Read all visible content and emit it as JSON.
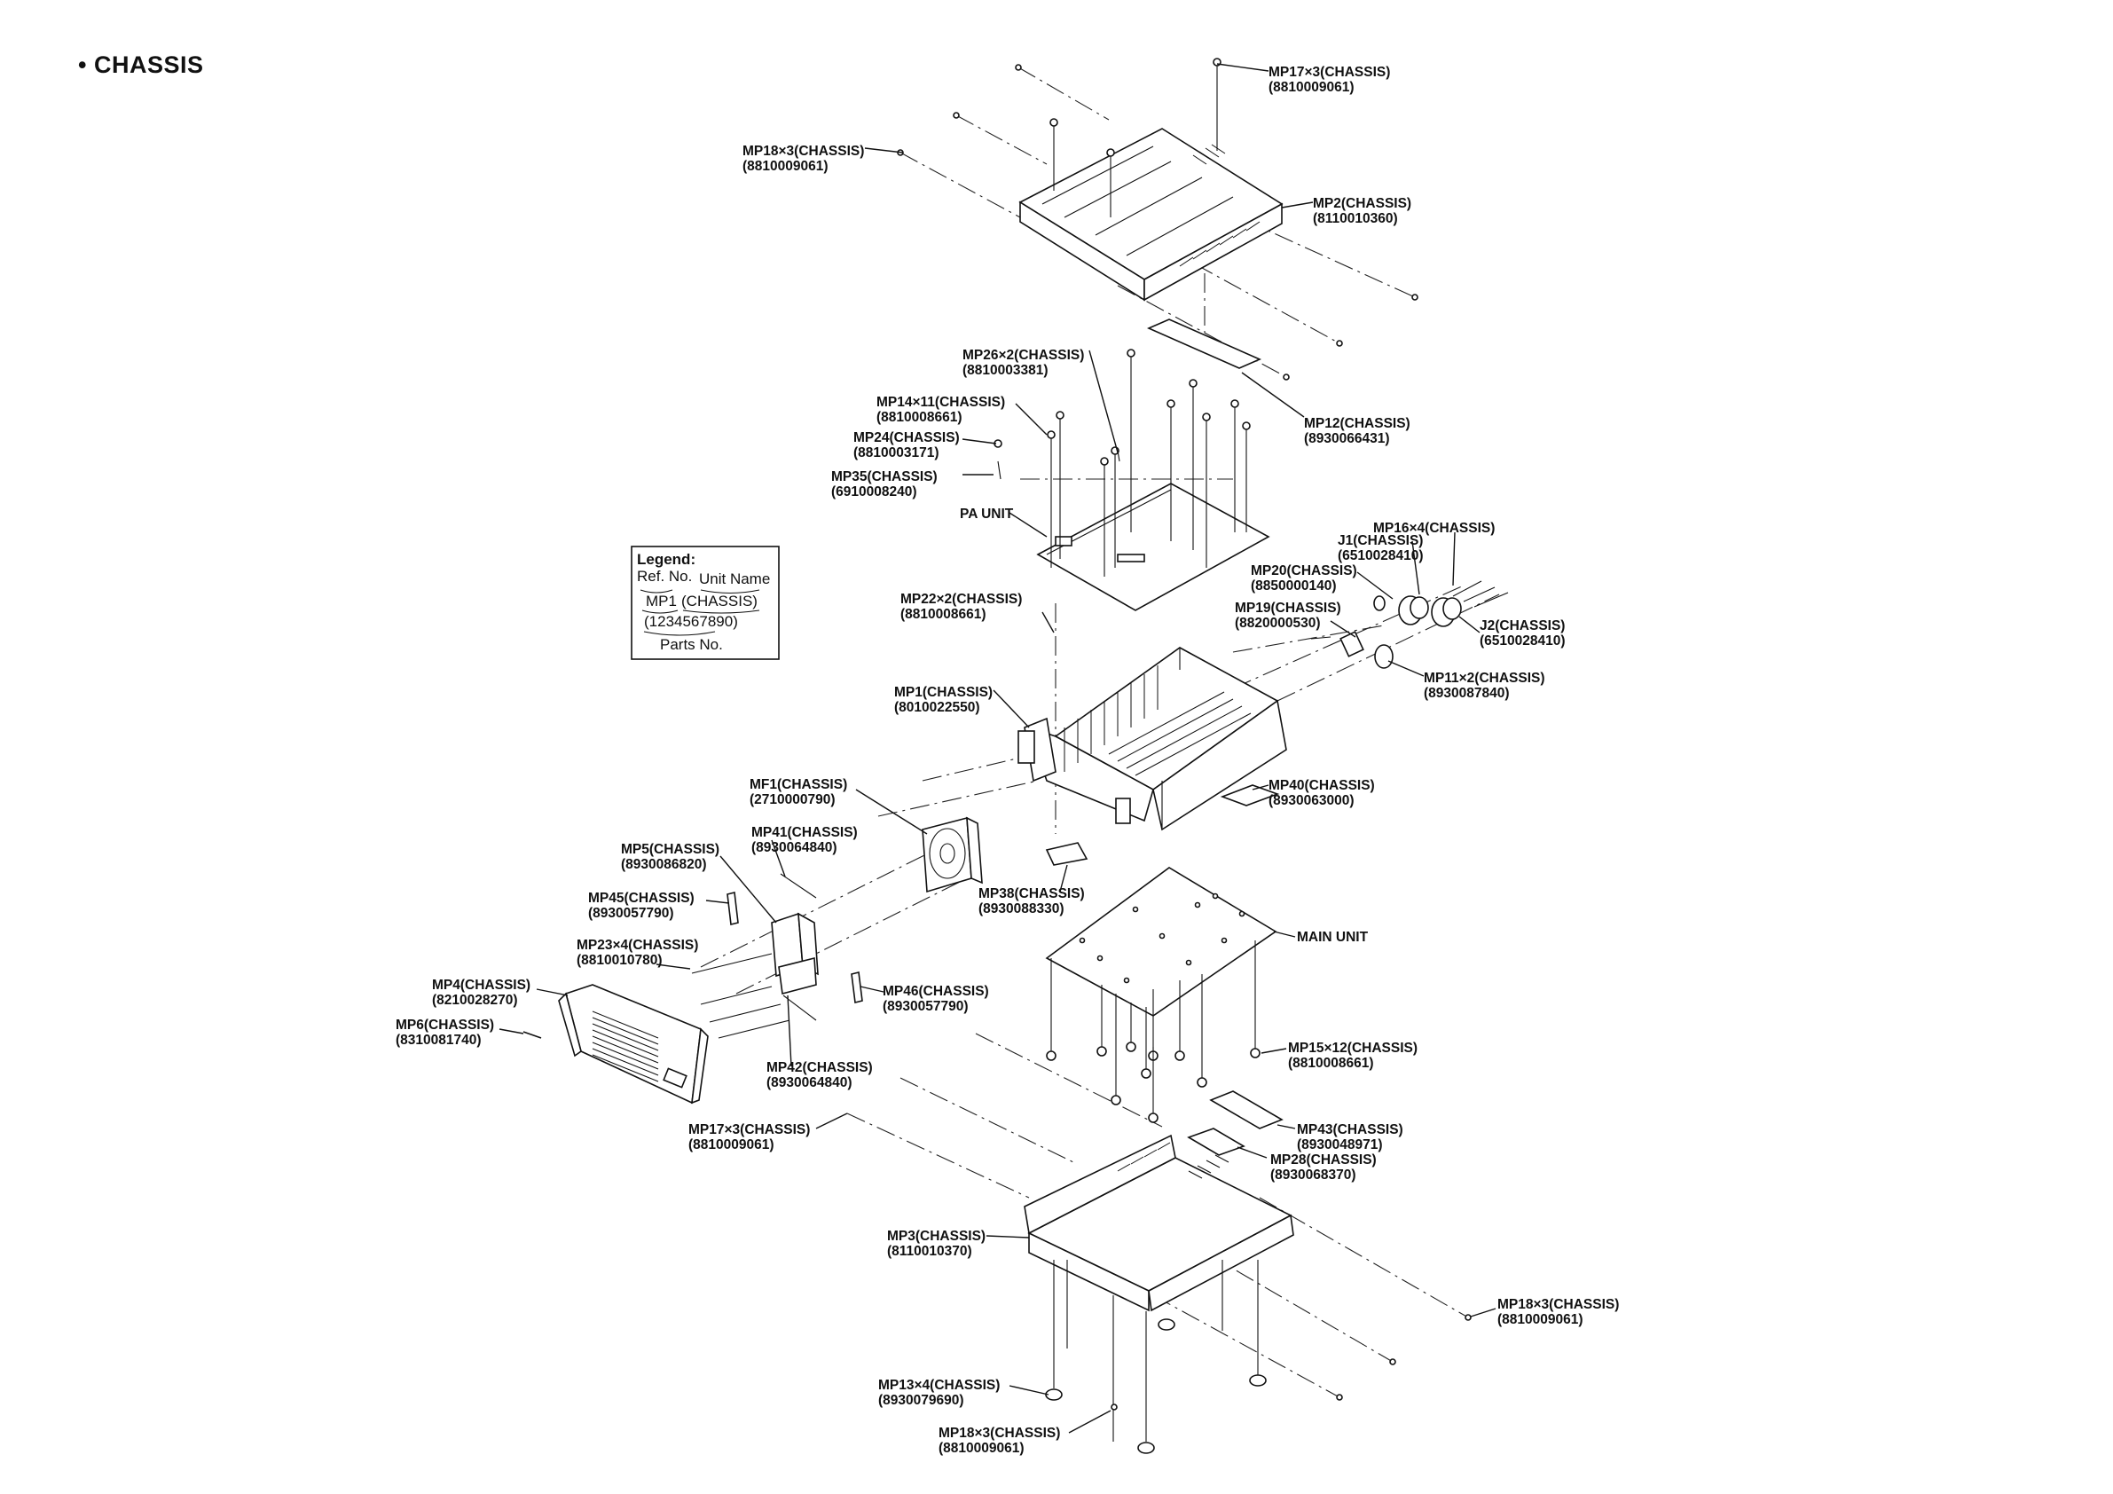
{
  "page": {
    "title": "• CHASSIS"
  },
  "legend": {
    "title": "Legend:",
    "ref_no": "Ref. No.",
    "unit_name": "Unit Name",
    "example_ref": "MP1",
    "example_unit": "(CHASSIS)",
    "example_parts": "(1234567890)",
    "parts_no": "Parts No."
  },
  "callouts": [
    {
      "id": "mp17-top",
      "name": "MP17×3(CHASSIS)",
      "part": "(8810009061)"
    },
    {
      "id": "mp18-top",
      "name": "MP18×3(CHASSIS)",
      "part": "(8810009061)"
    },
    {
      "id": "mp2",
      "name": "MP2(CHASSIS)",
      "part": "(8110010360)"
    },
    {
      "id": "mp26",
      "name": "MP26×2(CHASSIS)",
      "part": "(8810003381)"
    },
    {
      "id": "mp12",
      "name": "MP12(CHASSIS)",
      "part": "(8930066431)"
    },
    {
      "id": "mp14",
      "name": "MP14×11(CHASSIS)",
      "part": "(8810008661)"
    },
    {
      "id": "mp24",
      "name": "MP24(CHASSIS)",
      "part": "(8810003171)"
    },
    {
      "id": "mp35",
      "name": "MP35(CHASSIS)",
      "part": "(6910008240)"
    },
    {
      "id": "pa-unit",
      "name": "PA UNIT",
      "part": ""
    },
    {
      "id": "mp16",
      "name": "MP16×4(CHASSIS)",
      "part": ""
    },
    {
      "id": "j1",
      "name": "J1(CHASSIS)",
      "part": "(6510028410)"
    },
    {
      "id": "mp20",
      "name": "MP20(CHASSIS)",
      "part": "(8850000140)"
    },
    {
      "id": "mp19",
      "name": "MP19(CHASSIS)",
      "part": "(8820000530)"
    },
    {
      "id": "j2",
      "name": "J2(CHASSIS)",
      "part": "(6510028410)"
    },
    {
      "id": "mp11",
      "name": "MP11×2(CHASSIS)",
      "part": "(8930087840)"
    },
    {
      "id": "mp22",
      "name": "MP22×2(CHASSIS)",
      "part": "(8810008661)"
    },
    {
      "id": "mp1",
      "name": "MP1(CHASSIS)",
      "part": "(8010022550)"
    },
    {
      "id": "mp40",
      "name": "MP40(CHASSIS)",
      "part": "(8930063000)"
    },
    {
      "id": "mf1",
      "name": "MF1(CHASSIS)",
      "part": "(2710000790)"
    },
    {
      "id": "mp41",
      "name": "MP41(CHASSIS)",
      "part": "(8930064840)"
    },
    {
      "id": "mp5",
      "name": "MP5(CHASSIS)",
      "part": "(8930086820)"
    },
    {
      "id": "mp38",
      "name": "MP38(CHASSIS)",
      "part": "(8930088330)"
    },
    {
      "id": "mp45",
      "name": "MP45(CHASSIS)",
      "part": "(8930057790)"
    },
    {
      "id": "main-unit",
      "name": "MAIN UNIT",
      "part": ""
    },
    {
      "id": "mp23",
      "name": "MP23×4(CHASSIS)",
      "part": "(8810010780)"
    },
    {
      "id": "mp4",
      "name": "MP4(CHASSIS)",
      "part": "(8210028270)"
    },
    {
      "id": "mp46",
      "name": "MP46(CHASSIS)",
      "part": "(8930057790)"
    },
    {
      "id": "mp6",
      "name": "MP6(CHASSIS)",
      "part": "(8310081740)"
    },
    {
      "id": "mp15",
      "name": "MP15×12(CHASSIS)",
      "part": "(8810008661)"
    },
    {
      "id": "mp42",
      "name": "MP42(CHASSIS)",
      "part": "(8930064840)"
    },
    {
      "id": "mp17-bottom",
      "name": "MP17×3(CHASSIS)",
      "part": "(8810009061)"
    },
    {
      "id": "mp43",
      "name": "MP43(CHASSIS)",
      "part": "(8930048971)"
    },
    {
      "id": "mp28",
      "name": "MP28(CHASSIS)",
      "part": "(8930068370)"
    },
    {
      "id": "mp3",
      "name": "MP3(CHASSIS)",
      "part": "(8110010370)"
    },
    {
      "id": "mp18-right",
      "name": "MP18×3(CHASSIS)",
      "part": "(8810009061)"
    },
    {
      "id": "mp13",
      "name": "MP13×4(CHASSIS)",
      "part": "(8930079690)"
    },
    {
      "id": "mp18-bottom",
      "name": "MP18×3(CHASSIS)",
      "part": "(8810009061)"
    }
  ]
}
